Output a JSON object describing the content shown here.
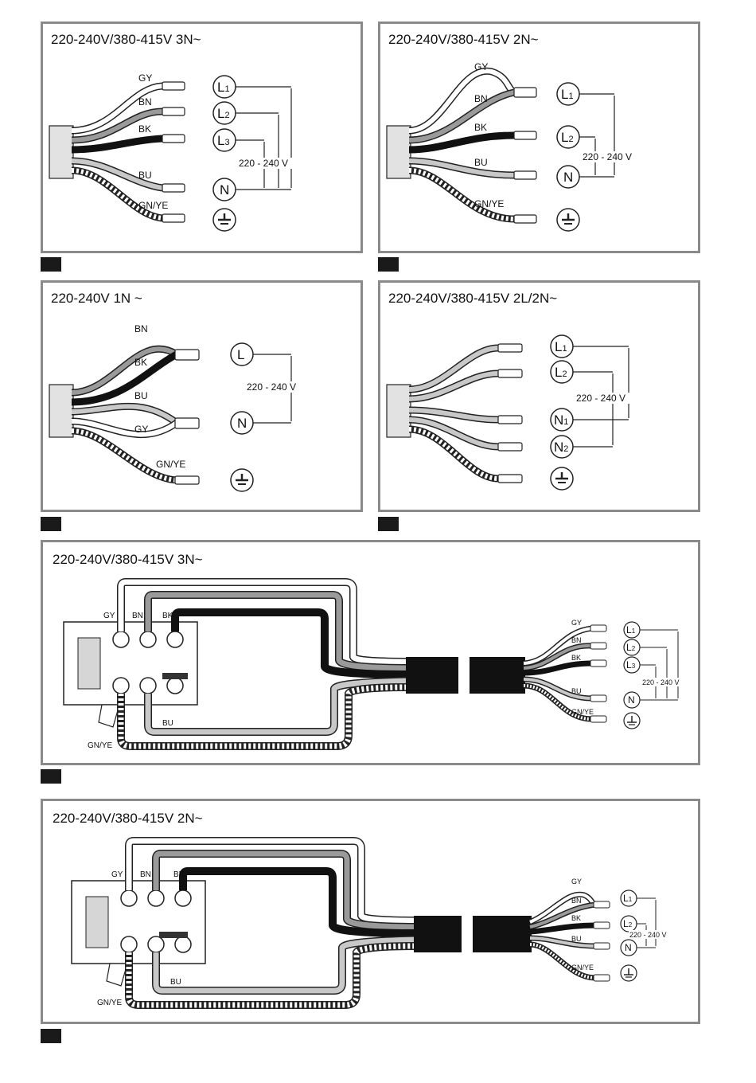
{
  "panels": [
    {
      "title": "220-240V/380-415V 3N~",
      "wires": [
        "GY",
        "BN",
        "BK",
        "BU",
        "GN/YE"
      ],
      "terminals": [
        {
          "letter": "L",
          "sub": "1"
        },
        {
          "letter": "L",
          "sub": "2"
        },
        {
          "letter": "L",
          "sub": "3"
        },
        {
          "letter": "N",
          "sub": ""
        }
      ],
      "voltage": "220 - 240 V"
    },
    {
      "title": "220-240V/380-415V 2N~",
      "wires": [
        "GY",
        "BN",
        "BK",
        "BU",
        "GN/YE"
      ],
      "terminals": [
        {
          "letter": "L",
          "sub": "1"
        },
        {
          "letter": "L",
          "sub": "2"
        },
        {
          "letter": "N",
          "sub": ""
        }
      ],
      "voltage": "220 - 240 V"
    },
    {
      "title": "220-240V 1N ~",
      "wires": [
        "BN",
        "BK",
        "BU",
        "GY",
        "GN/YE"
      ],
      "terminals": [
        {
          "letter": "L",
          "sub": ""
        },
        {
          "letter": "N",
          "sub": ""
        }
      ],
      "voltage": "220 - 240 V"
    },
    {
      "title": "220-240V/380-415V 2L/2N~",
      "wires": [],
      "terminals": [
        {
          "letter": "L",
          "sub": "1"
        },
        {
          "letter": "L",
          "sub": "2"
        },
        {
          "letter": "N",
          "sub": "1"
        },
        {
          "letter": "N",
          "sub": "2"
        }
      ],
      "voltage": "220 - 240 V"
    },
    {
      "title": "220-240V/380-415V 3N~",
      "block_labels": [
        "GY",
        "BN",
        "BK"
      ],
      "bu": "BU",
      "gnye": "GN/YE",
      "wires": [
        "GY",
        "BN",
        "BK",
        "BU",
        "GN/YE"
      ],
      "terminals": [
        {
          "letter": "L",
          "sub": "1"
        },
        {
          "letter": "L",
          "sub": "2"
        },
        {
          "letter": "L",
          "sub": "3"
        },
        {
          "letter": "N",
          "sub": ""
        }
      ],
      "voltage": "220 - 240 V"
    },
    {
      "title": "220-240V/380-415V 2N~",
      "block_labels": [
        "GY",
        "BN",
        "BK"
      ],
      "bu": "BU",
      "gnye": "GN/YE",
      "wires": [
        "GY",
        "BN",
        "BK",
        "BU",
        "GN/YE"
      ],
      "terminals": [
        {
          "letter": "L",
          "sub": "1"
        },
        {
          "letter": "L",
          "sub": "2"
        },
        {
          "letter": "N",
          "sub": ""
        }
      ],
      "voltage": "220 - 240 V"
    }
  ],
  "colors": {
    "border": "#8a8a8a",
    "gy": "#ffffff",
    "bn": "#9a9a9a",
    "bk": "#111111",
    "bu": "#c8c8c8",
    "sheath": "#e2e2e2"
  }
}
